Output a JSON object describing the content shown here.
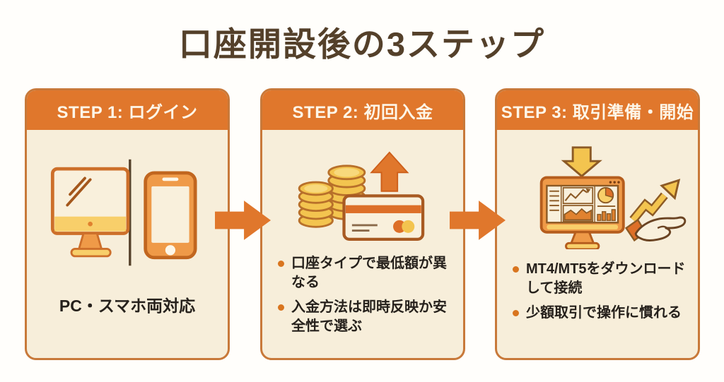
{
  "title": "口座開設後の3ステップ",
  "colors": {
    "accent_orange": "#E0772C",
    "card_background": "#F7EEDA",
    "card_border": "#C8793A",
    "title_brown": "#54402A",
    "text_dark": "#26211C",
    "bullet_dot": "#D9751F",
    "coin_gold": "#F3C44F",
    "highlight_yellow": "#F8CF6A",
    "icon_outline_brown": "#8C5A25"
  },
  "steps": [
    {
      "header": "STEP 1: ログイン",
      "icon": "pc-smartphone-icon",
      "caption": "PC・スマホ両対応",
      "bullets": []
    },
    {
      "header": "STEP 2: 初回入金",
      "icon": "coins-credit-card-deposit-icon",
      "caption": "",
      "bullets": [
        "口座タイプで最低額が異なる",
        "入金方法は即時反映か安全性で選ぶ"
      ]
    },
    {
      "header": "STEP 3: 取引準備・開始",
      "icon": "trading-platform-growth-icon",
      "caption": "",
      "bullets": [
        "MT4/MT5をダウンロードして接続",
        "少額取引で操作に慣れる"
      ]
    }
  ]
}
